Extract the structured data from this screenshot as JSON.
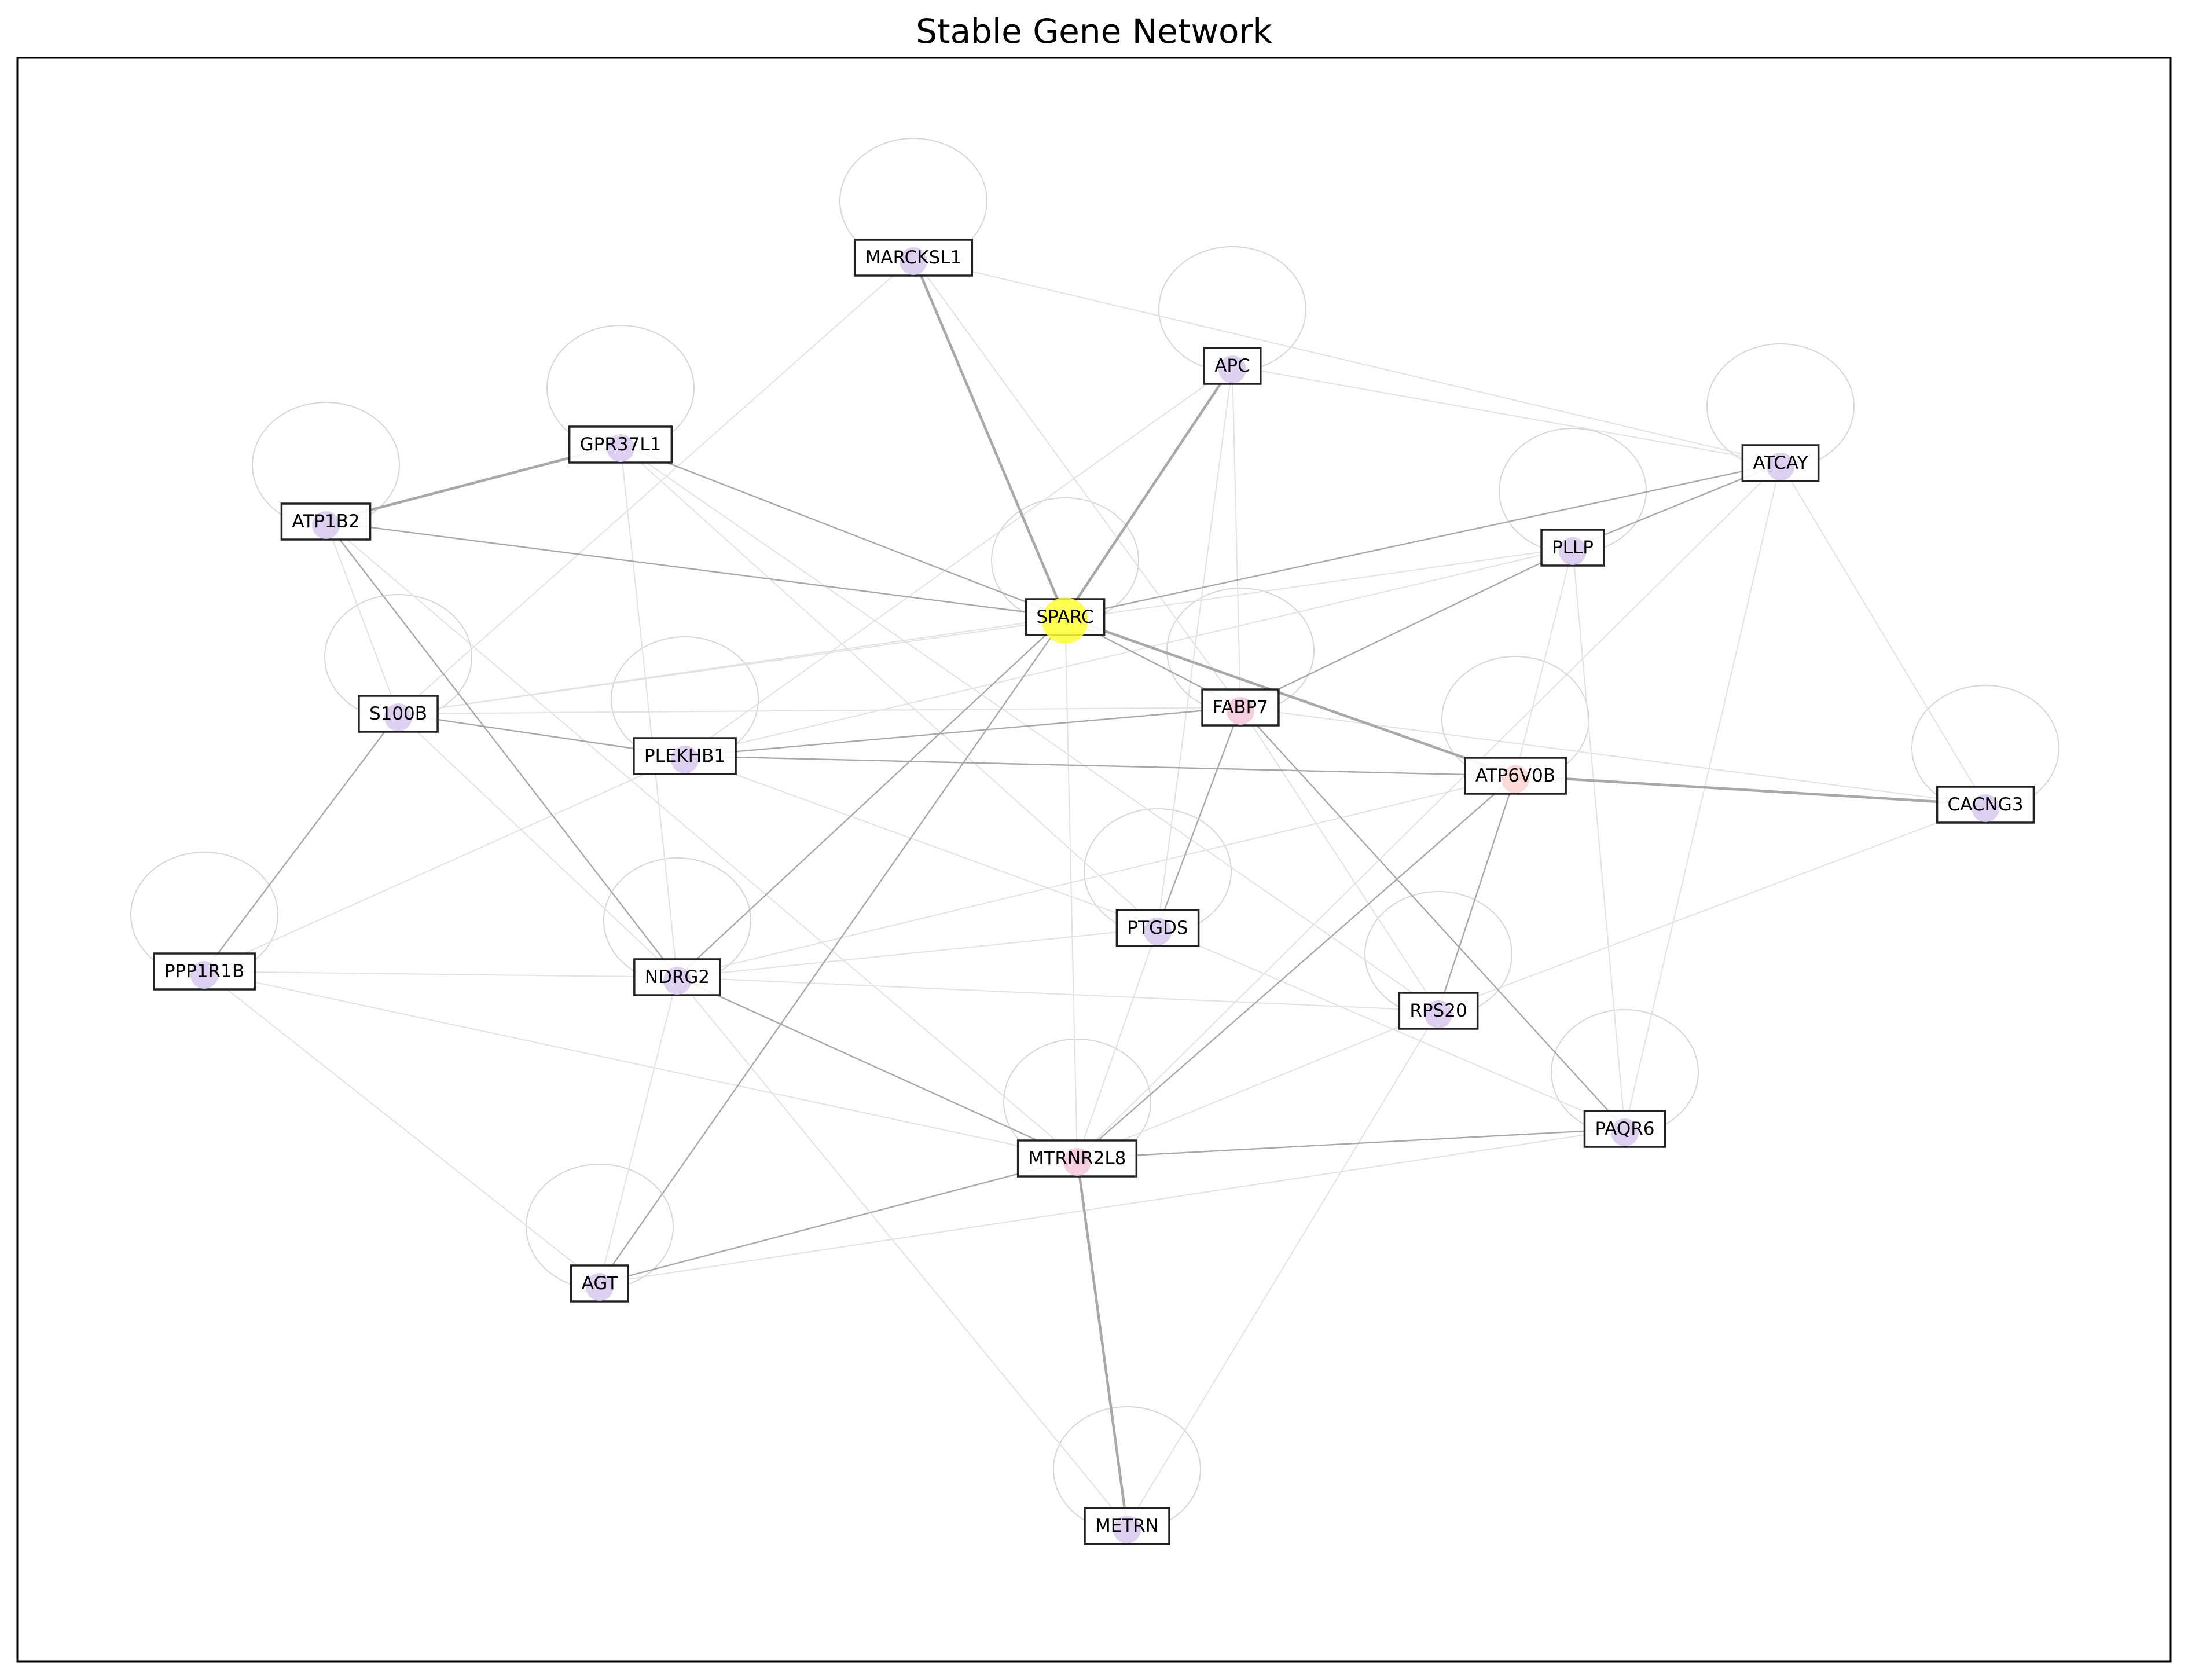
{
  "title": "Stable Gene Network",
  "colors": {
    "frame": "#000000",
    "edge_strong": "#a8a8a8",
    "edge_weak": "#e2e2e2",
    "self_loop": "#d6d6d6",
    "label_box_fill": "#ffffff",
    "label_box_stroke": "#222222",
    "node_default": "#d7c8ee",
    "node_hub": "#ffff33",
    "node_pink": "#f4c6dc",
    "node_red": "#fbd2d2"
  },
  "nodes": [
    {
      "id": "SPARC",
      "label": "SPARC",
      "color": "#ffff33",
      "self_loop": true
    },
    {
      "id": "MARCKSL1",
      "label": "MARCKSL1",
      "color": "#d7c8ee",
      "self_loop": true
    },
    {
      "id": "APC",
      "label": "APC",
      "color": "#d7c8ee",
      "self_loop": true
    },
    {
      "id": "GPR37L1",
      "label": "GPR37L1",
      "color": "#d7c8ee",
      "self_loop": true
    },
    {
      "id": "ATP1B2",
      "label": "ATP1B2",
      "color": "#d7c8ee",
      "self_loop": true
    },
    {
      "id": "ATCAY",
      "label": "ATCAY",
      "color": "#d7c8ee",
      "self_loop": true
    },
    {
      "id": "PLLP",
      "label": "PLLP",
      "color": "#d7c8ee",
      "self_loop": true
    },
    {
      "id": "FABP7",
      "label": "FABP7",
      "color": "#f4c6dc",
      "self_loop": true
    },
    {
      "id": "S100B",
      "label": "S100B",
      "color": "#d7c8ee",
      "self_loop": true
    },
    {
      "id": "PLEKHB1",
      "label": "PLEKHB1",
      "color": "#d7c8ee",
      "self_loop": true
    },
    {
      "id": "ATP6V0B",
      "label": "ATP6V0B",
      "color": "#fbd2d2",
      "self_loop": true
    },
    {
      "id": "CACNG3",
      "label": "CACNG3",
      "color": "#d7c8ee",
      "self_loop": true
    },
    {
      "id": "PTGDS",
      "label": "PTGDS",
      "color": "#d7c8ee",
      "self_loop": true
    },
    {
      "id": "PPP1R1B",
      "label": "PPP1R1B",
      "color": "#d7c8ee",
      "self_loop": true
    },
    {
      "id": "NDRG2",
      "label": "NDRG2",
      "color": "#d7c8ee",
      "self_loop": true
    },
    {
      "id": "RPS20",
      "label": "RPS20",
      "color": "#d7c8ee",
      "self_loop": true
    },
    {
      "id": "PAQR6",
      "label": "PAQR6",
      "color": "#d7c8ee",
      "self_loop": true
    },
    {
      "id": "MTRNR2L8",
      "label": "MTRNR2L8",
      "color": "#f4c6dc",
      "self_loop": true
    },
    {
      "id": "AGT",
      "label": "AGT",
      "color": "#d7c8ee",
      "self_loop": true
    },
    {
      "id": "METRN",
      "label": "METRN",
      "color": "#d7c8ee",
      "self_loop": true
    }
  ],
  "edges": [
    {
      "source": "MARCKSL1",
      "target": "SPARC",
      "strength": "strong"
    },
    {
      "source": "APC",
      "target": "SPARC",
      "strength": "strong"
    },
    {
      "source": "GPR37L1",
      "target": "SPARC",
      "strength": "medium"
    },
    {
      "source": "ATP1B2",
      "target": "SPARC",
      "strength": "medium"
    },
    {
      "source": "ATP1B2",
      "target": "GPR37L1",
      "strength": "strong"
    },
    {
      "source": "SPARC",
      "target": "ATP6V0B",
      "strength": "strong"
    },
    {
      "source": "SPARC",
      "target": "FABP7",
      "strength": "medium"
    },
    {
      "source": "SPARC",
      "target": "ATCAY",
      "strength": "medium"
    },
    {
      "source": "ATP6V0B",
      "target": "CACNG3",
      "strength": "strong"
    },
    {
      "source": "ATP6V0B",
      "target": "RPS20",
      "strength": "medium"
    },
    {
      "source": "FABP7",
      "target": "PAQR6",
      "strength": "medium"
    },
    {
      "source": "FABP7",
      "target": "PTGDS",
      "strength": "medium"
    },
    {
      "source": "FABP7",
      "target": "PLLP",
      "strength": "medium"
    },
    {
      "source": "PLLP",
      "target": "ATCAY",
      "strength": "medium"
    },
    {
      "source": "SPARC",
      "target": "NDRG2",
      "strength": "medium"
    },
    {
      "source": "S100B",
      "target": "PPP1R1B",
      "strength": "medium"
    },
    {
      "source": "S100B",
      "target": "PLEKHB1",
      "strength": "medium"
    },
    {
      "source": "PLEKHB1",
      "target": "FABP7",
      "strength": "medium"
    },
    {
      "source": "PLEKHB1",
      "target": "ATP6V0B",
      "strength": "medium"
    },
    {
      "source": "SPARC",
      "target": "AGT",
      "strength": "medium"
    },
    {
      "source": "ATP1B2",
      "target": "NDRG2",
      "strength": "medium"
    },
    {
      "source": "NDRG2",
      "target": "MTRNR2L8",
      "strength": "medium"
    },
    {
      "source": "MTRNR2L8",
      "target": "PAQR6",
      "strength": "medium"
    },
    {
      "source": "MTRNR2L8",
      "target": "METRN",
      "strength": "strong"
    },
    {
      "source": "MTRNR2L8",
      "target": "AGT",
      "strength": "medium"
    },
    {
      "source": "MTRNR2L8",
      "target": "ATP6V0B",
      "strength": "medium"
    },
    {
      "source": "SPARC",
      "target": "MTRNR2L8",
      "strength": "weak"
    },
    {
      "source": "MARCKSL1",
      "target": "ATCAY",
      "strength": "weak"
    },
    {
      "source": "MARCKSL1",
      "target": "S100B",
      "strength": "weak"
    },
    {
      "source": "MARCKSL1",
      "target": "FABP7",
      "strength": "weak"
    },
    {
      "source": "APC",
      "target": "ATCAY",
      "strength": "weak"
    },
    {
      "source": "APC",
      "target": "FABP7",
      "strength": "weak"
    },
    {
      "source": "APC",
      "target": "PTGDS",
      "strength": "weak"
    },
    {
      "source": "APC",
      "target": "PLEKHB1",
      "strength": "weak"
    },
    {
      "source": "GPR37L1",
      "target": "NDRG2",
      "strength": "weak"
    },
    {
      "source": "GPR37L1",
      "target": "PTGDS",
      "strength": "weak"
    },
    {
      "source": "GPR37L1",
      "target": "RPS20",
      "strength": "weak"
    },
    {
      "source": "ATP1B2",
      "target": "S100B",
      "strength": "weak"
    },
    {
      "source": "ATP1B2",
      "target": "MTRNR2L8",
      "strength": "weak"
    },
    {
      "source": "S100B",
      "target": "SPARC",
      "strength": "weak"
    },
    {
      "source": "S100B",
      "target": "FABP7",
      "strength": "weak"
    },
    {
      "source": "S100B",
      "target": "NDRG2",
      "strength": "weak"
    },
    {
      "source": "S100B",
      "target": "PLLP",
      "strength": "weak"
    },
    {
      "source": "PLEKHB1",
      "target": "PPP1R1B",
      "strength": "weak"
    },
    {
      "source": "PLEKHB1",
      "target": "PTGDS",
      "strength": "weak"
    },
    {
      "source": "PLEKHB1",
      "target": "PLLP",
      "strength": "weak"
    },
    {
      "source": "PPP1R1B",
      "target": "NDRG2",
      "strength": "weak"
    },
    {
      "source": "PPP1R1B",
      "target": "AGT",
      "strength": "weak"
    },
    {
      "source": "PPP1R1B",
      "target": "MTRNR2L8",
      "strength": "weak"
    },
    {
      "source": "NDRG2",
      "target": "PTGDS",
      "strength": "weak"
    },
    {
      "source": "NDRG2",
      "target": "RPS20",
      "strength": "weak"
    },
    {
      "source": "NDRG2",
      "target": "METRN",
      "strength": "weak"
    },
    {
      "source": "NDRG2",
      "target": "AGT",
      "strength": "weak"
    },
    {
      "source": "NDRG2",
      "target": "ATP6V0B",
      "strength": "weak"
    },
    {
      "source": "PTGDS",
      "target": "PAQR6",
      "strength": "weak"
    },
    {
      "source": "PTGDS",
      "target": "MTRNR2L8",
      "strength": "weak"
    },
    {
      "source": "RPS20",
      "target": "MTRNR2L8",
      "strength": "weak"
    },
    {
      "source": "RPS20",
      "target": "METRN",
      "strength": "weak"
    },
    {
      "source": "RPS20",
      "target": "CACNG3",
      "strength": "weak"
    },
    {
      "source": "RPS20",
      "target": "FABP7",
      "strength": "weak"
    },
    {
      "source": "PLLP",
      "target": "ATP6V0B",
      "strength": "weak"
    },
    {
      "source": "PLLP",
      "target": "PAQR6",
      "strength": "weak"
    },
    {
      "source": "ATCAY",
      "target": "CACNG3",
      "strength": "weak"
    },
    {
      "source": "ATCAY",
      "target": "PAQR6",
      "strength": "weak"
    },
    {
      "source": "ATCAY",
      "target": "MTRNR2L8",
      "strength": "weak"
    },
    {
      "source": "FABP7",
      "target": "CACNG3",
      "strength": "weak"
    },
    {
      "source": "AGT",
      "target": "PAQR6",
      "strength": "weak"
    }
  ]
}
